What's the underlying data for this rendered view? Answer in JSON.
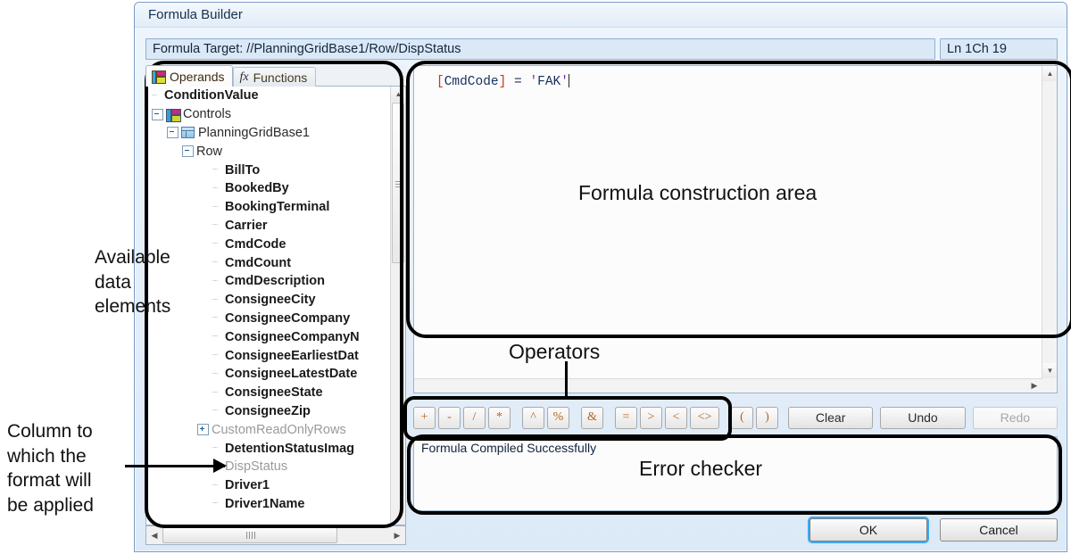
{
  "window": {
    "title": "Formula Builder",
    "formula_target": "Formula Target: //PlanningGridBase1/Row/DispStatus",
    "cursor_position": "Ln 1Ch 19"
  },
  "tabs": [
    {
      "label": "Operands",
      "icon": "operands-icon",
      "active": true
    },
    {
      "label": "Functions",
      "icon": "fx-icon",
      "active": false
    }
  ],
  "tree": [
    {
      "label": "ConditionValue",
      "indent": 0,
      "style": "bold",
      "toggle": "none",
      "icon": "none"
    },
    {
      "label": "Controls",
      "indent": 0,
      "style": "plain",
      "toggle": "minus",
      "icon": "controls-icon"
    },
    {
      "label": "PlanningGridBase1",
      "indent": 1,
      "style": "plain",
      "toggle": "minus",
      "icon": "grid-icon"
    },
    {
      "label": "Row",
      "indent": 2,
      "style": "plain",
      "toggle": "minus",
      "icon": "none"
    },
    {
      "label": "BillTo",
      "indent": 4,
      "style": "bold",
      "toggle": "none",
      "icon": "none"
    },
    {
      "label": "BookedBy",
      "indent": 4,
      "style": "bold",
      "toggle": "none",
      "icon": "none"
    },
    {
      "label": "BookingTerminal",
      "indent": 4,
      "style": "bold",
      "toggle": "none",
      "icon": "none"
    },
    {
      "label": "Carrier",
      "indent": 4,
      "style": "bold",
      "toggle": "none",
      "icon": "none"
    },
    {
      "label": "CmdCode",
      "indent": 4,
      "style": "bold",
      "toggle": "none",
      "icon": "none"
    },
    {
      "label": "CmdCount",
      "indent": 4,
      "style": "bold",
      "toggle": "none",
      "icon": "none"
    },
    {
      "label": "CmdDescription",
      "indent": 4,
      "style": "bold",
      "toggle": "none",
      "icon": "none"
    },
    {
      "label": "ConsigneeCity",
      "indent": 4,
      "style": "bold",
      "toggle": "none",
      "icon": "none"
    },
    {
      "label": "ConsigneeCompany",
      "indent": 4,
      "style": "bold",
      "toggle": "none",
      "icon": "none"
    },
    {
      "label": "ConsigneeCompanyN",
      "indent": 4,
      "style": "bold",
      "toggle": "none",
      "icon": "none"
    },
    {
      "label": "ConsigneeEarliestDat",
      "indent": 4,
      "style": "bold",
      "toggle": "none",
      "icon": "none"
    },
    {
      "label": "ConsigneeLatestDate",
      "indent": 4,
      "style": "bold",
      "toggle": "none",
      "icon": "none"
    },
    {
      "label": "ConsigneeState",
      "indent": 4,
      "style": "bold",
      "toggle": "none",
      "icon": "none"
    },
    {
      "label": "ConsigneeZip",
      "indent": 4,
      "style": "bold",
      "toggle": "none",
      "icon": "none"
    },
    {
      "label": "CustomReadOnlyRows",
      "indent": 3,
      "style": "dim",
      "toggle": "plus",
      "icon": "none"
    },
    {
      "label": "DetentionStatusImag",
      "indent": 4,
      "style": "bold",
      "toggle": "none",
      "icon": "none"
    },
    {
      "label": "DispStatus",
      "indent": 4,
      "style": "dim",
      "toggle": "none",
      "icon": "none"
    },
    {
      "label": "Driver1",
      "indent": 4,
      "style": "bold",
      "toggle": "none",
      "icon": "none"
    },
    {
      "label": "Driver1Name",
      "indent": 4,
      "style": "bold",
      "toggle": "none",
      "icon": "none"
    }
  ],
  "editor": {
    "tokens": [
      {
        "text": "[",
        "type": "bracket"
      },
      {
        "text": "CmdCode",
        "type": "identifier"
      },
      {
        "text": "]",
        "type": "bracket"
      },
      {
        "text": " = ",
        "type": "operator"
      },
      {
        "text": "'",
        "type": "quote"
      },
      {
        "text": "FAK",
        "type": "string"
      },
      {
        "text": "'",
        "type": "quote"
      }
    ],
    "plain_text": "[CmdCode] = 'FAK'"
  },
  "operators": [
    {
      "label": "+",
      "group": 1
    },
    {
      "label": "-",
      "group": 1
    },
    {
      "label": "/",
      "group": 1
    },
    {
      "label": "*",
      "group": 1
    },
    {
      "label": "^",
      "group": 2
    },
    {
      "label": "%",
      "group": 2
    },
    {
      "label": "&",
      "group": 3
    },
    {
      "label": "=",
      "group": 4
    },
    {
      "label": ">",
      "group": 4
    },
    {
      "label": "<",
      "group": 4
    },
    {
      "label": "<>",
      "group": 4
    },
    {
      "label": "(",
      "group": 5
    },
    {
      "label": ")",
      "group": 5
    }
  ],
  "action_buttons": [
    {
      "label": "Clear",
      "enabled": true
    },
    {
      "label": "Undo",
      "enabled": true
    },
    {
      "label": "Redo",
      "enabled": false
    }
  ],
  "status": {
    "message": "Formula Compiled Successfully"
  },
  "footer": {
    "ok_label": "OK",
    "cancel_label": "Cancel"
  },
  "annotations": {
    "available_data_elements": "Available\ndata\nelements",
    "column_to_which": "Column to\nwhich the\nformat will\nbe applied",
    "formula_construction_area": "Formula construction area",
    "operators": "Operators",
    "error_checker": "Error checker"
  },
  "colors": {
    "accent": "#3fa9f5",
    "title_text": "#16314f",
    "target_bg": "#dbe8f6",
    "bracket": "#c0392b",
    "identifier": "#16305e",
    "quote": "#7b2fa8",
    "annotation": "#111111"
  }
}
